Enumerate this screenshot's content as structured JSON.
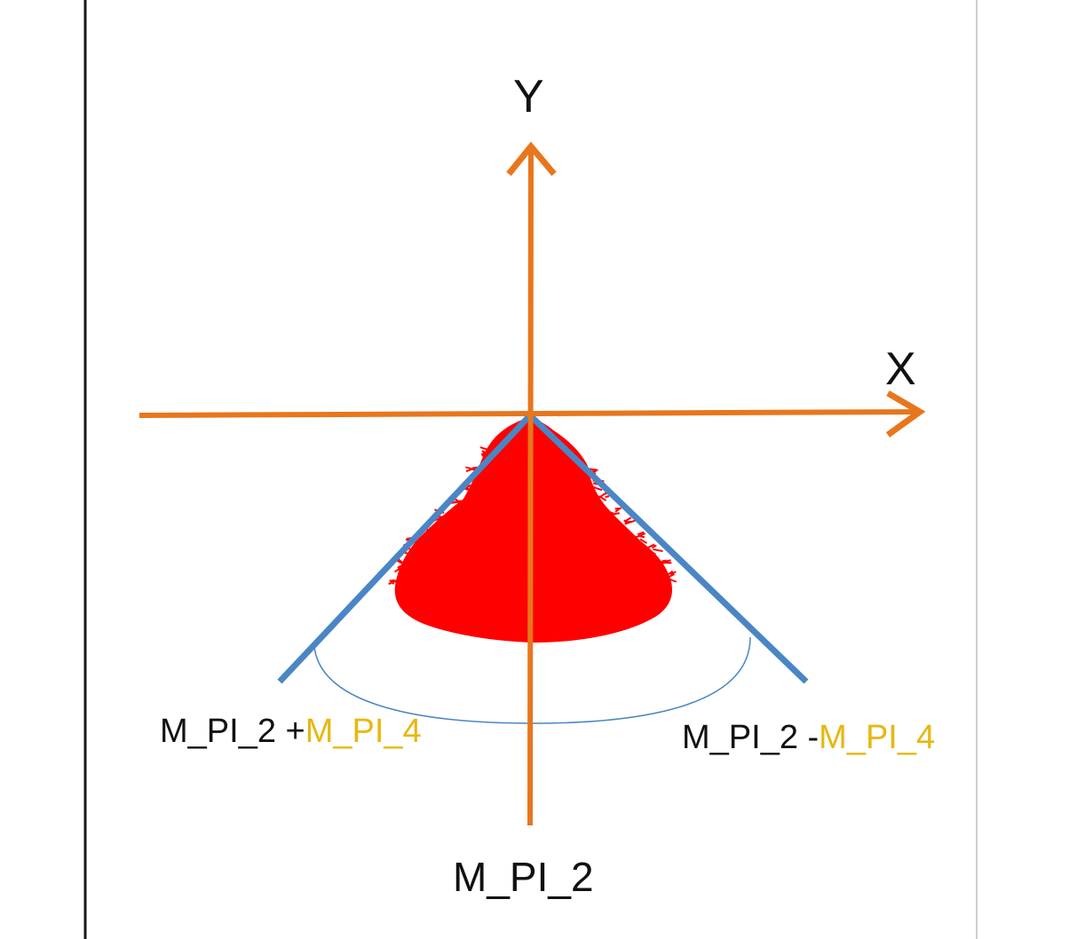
{
  "axes": {
    "y_label": "Y",
    "x_label": "X"
  },
  "labels": {
    "left_base": "M_PI_2 +",
    "left_offset": "M_PI_4",
    "right_base": "M_PI_2 -",
    "right_offset": "M_PI_4",
    "bottom": "M_PI_2"
  },
  "colors": {
    "axis": "#e8761c",
    "bound_line": "#4a86c5",
    "arc": "#4a86c5",
    "fill": "#ff0000",
    "accent_text": "#e6b812",
    "text": "#111111",
    "frame_left": "#1a1a1a",
    "frame_right": "#cfcfcf"
  }
}
